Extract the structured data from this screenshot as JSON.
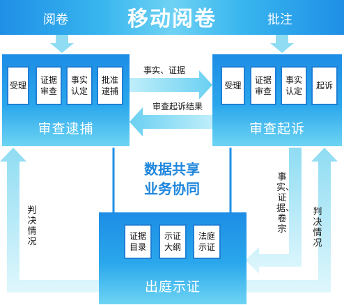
{
  "header": {
    "title": "移动阅卷",
    "left_label": "阅卷",
    "right_label": "批注"
  },
  "stages": {
    "arrest": {
      "title": "审查逮捕",
      "steps": [
        "受理",
        "证据\n审查",
        "事实\n认定",
        "批准\n逮捕"
      ]
    },
    "prosecution": {
      "title": "审查起诉",
      "steps": [
        "受理",
        "证据\n审查",
        "事实\n认定",
        "起诉"
      ]
    },
    "trial": {
      "title": "出庭示证",
      "steps": [
        "证据\n目录",
        "示证\n大纲",
        "法庭\n示证"
      ]
    }
  },
  "center": {
    "line1": "数据共享",
    "line2": "业务协同"
  },
  "flows": {
    "arrest_to_prosecution": "事实、证据",
    "prosecution_to_arrest": "审查起诉结果",
    "prosecution_to_trial": "事实、证据、卷宗",
    "trial_to_arrest": "判决情况",
    "trial_to_prosecution": "判决情况"
  },
  "colors": {
    "primary_blue": "#1f8fe6",
    "light_cyan": "#a8e6f4",
    "center_text_blue": "#1f86dc"
  }
}
